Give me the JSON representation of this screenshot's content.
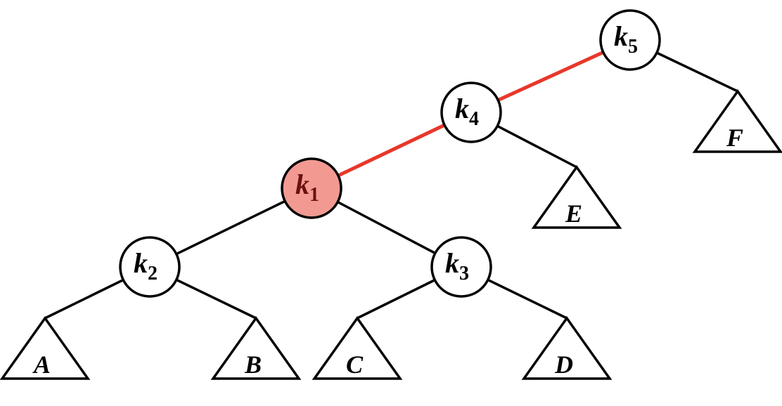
{
  "nodes": [
    {
      "id": "k5",
      "name": "k",
      "sub": "5",
      "highlight": false
    },
    {
      "id": "k4",
      "name": "k",
      "sub": "4",
      "highlight": false
    },
    {
      "id": "k1",
      "name": "k",
      "sub": "1",
      "highlight": true
    },
    {
      "id": "k2",
      "name": "k",
      "sub": "2",
      "highlight": false
    },
    {
      "id": "k3",
      "name": "k",
      "sub": "3",
      "highlight": false
    }
  ],
  "subtrees": [
    "A",
    "B",
    "C",
    "D",
    "E",
    "F"
  ],
  "edges": [
    {
      "from": "k5",
      "to": "k4",
      "highlight": true
    },
    {
      "from": "k4",
      "to": "k1",
      "highlight": true
    },
    {
      "from": "k5",
      "to": "F",
      "highlight": false
    },
    {
      "from": "k4",
      "to": "E",
      "highlight": false
    },
    {
      "from": "k1",
      "to": "k2",
      "highlight": false
    },
    {
      "from": "k1",
      "to": "k3",
      "highlight": false
    },
    {
      "from": "k2",
      "to": "A",
      "highlight": false
    },
    {
      "from": "k2",
      "to": "B",
      "highlight": false
    },
    {
      "from": "k3",
      "to": "C",
      "highlight": false
    },
    {
      "from": "k3",
      "to": "D",
      "highlight": false
    }
  ],
  "colors": {
    "highlight_edge": "#e8372a",
    "highlight_fill": "#f29a92",
    "highlight_text": "#6b1010",
    "stroke": "#000000"
  }
}
